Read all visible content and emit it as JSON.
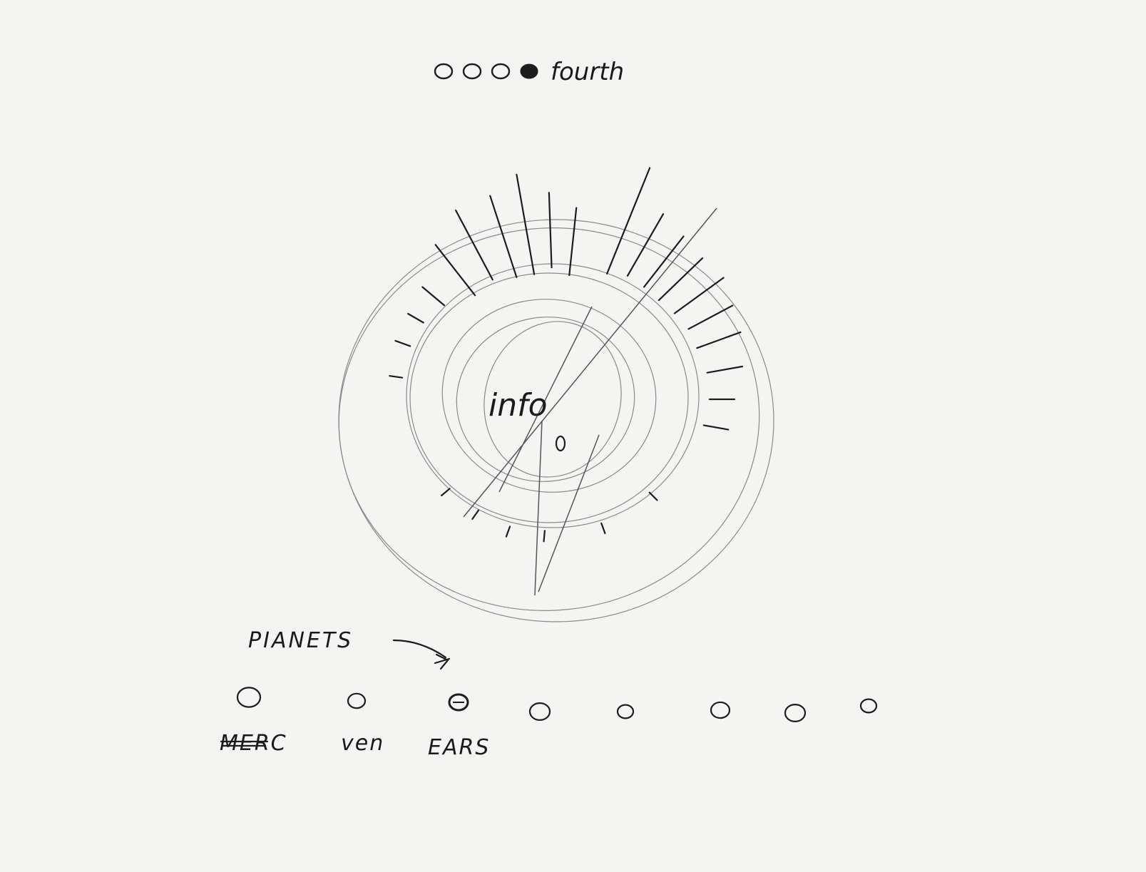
{
  "pagination": {
    "label": "fourth",
    "dots_total": 4,
    "active_index": 3
  },
  "dial": {
    "center_label": "info"
  },
  "planets": {
    "label": "PIANETS",
    "count": 8,
    "names": [
      "MERC",
      "ven",
      "EARS"
    ],
    "highlighted_index": 2
  },
  "colors": {
    "paper": "#f4f4f2",
    "ink": "#1c1c1c",
    "pencil": "#8a8a8a"
  }
}
